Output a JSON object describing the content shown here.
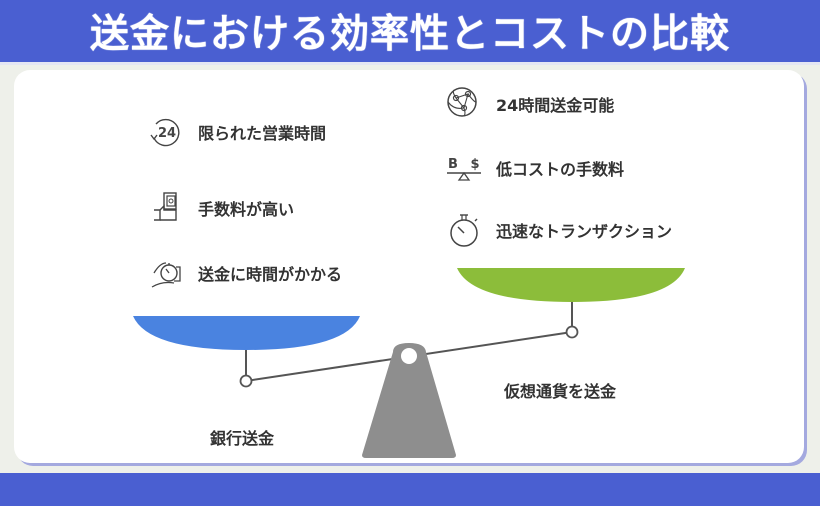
{
  "header": {
    "title": "送金における効率性とコストの比較"
  },
  "diagram": {
    "type": "balance-scale comparison",
    "left": {
      "name": "銀行送金",
      "pan_color": "#4a83e0",
      "items": [
        {
          "icon": "24-hour-clock-icon",
          "label": "限られた営業時間"
        },
        {
          "icon": "hand-with-money-icon",
          "label": "手数料が高い"
        },
        {
          "icon": "hand-with-stopwatch-icon",
          "label": "送金に時間がかかる"
        }
      ]
    },
    "right": {
      "name": "仮想通貨を送金",
      "pan_color": "#8cbd3a",
      "items": [
        {
          "icon": "globe-network-icon",
          "label": "24時間送金可能"
        },
        {
          "icon": "baht-dollar-balance-icon",
          "label": "低コストの手数料"
        },
        {
          "icon": "stopwatch-icon",
          "label": "迅速なトランザクション"
        }
      ]
    },
    "fulcrum_color": "#8e8e8e",
    "beam_color": "#555555"
  },
  "colors": {
    "header_bg": "#4a5fd1",
    "page_bg": "#eef0ea",
    "card_bg": "#ffffff",
    "card_shadow": "#a4a9df",
    "text": "#333333"
  }
}
